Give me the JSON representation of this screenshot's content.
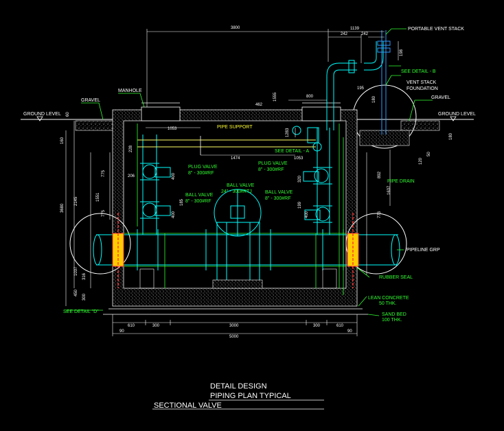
{
  "labels": {
    "manhole": "MANHOLE",
    "gravel_left": "GRAVEL",
    "gravel_right": "GRAVEL",
    "ground_level_left": "GROUND LEVEL",
    "ground_level_right": "GROUND LEVEL",
    "portable_vent_stack": "PORTABLE VENT STACK",
    "see_detail_b": "SEE DETAIL - B",
    "vent_stack_foundation_1": "VENT STACK",
    "vent_stack_foundation_2": "FOUNDATION",
    "pipe_support": "PIPE SUPPORT",
    "see_detail_a": "SEE DETAIL - A",
    "plug_valve_left_1": "PLUG VALVE",
    "plug_valve_left_2": "8\" - 300#RF",
    "plug_valve_right_1": "PLUG VALVE",
    "plug_valve_right_2": "8\" - 300#RF",
    "ball_valve_left_1": "BALL VALVE",
    "ball_valve_left_2": "8\" - 300#RF",
    "ball_valve_center_1": "BALL VALVE",
    "ball_valve_center_2": "24\" - 300#RTJ",
    "ball_valve_right_1": "BALL VALVE",
    "ball_valve_right_2": "8\" - 300#RF",
    "pipe_drain": "PIPE DRAIN",
    "pipeline_grp": "PIPELINE GRP",
    "rubber_seal": "RUBBER SEAL",
    "lean_concrete_1": "LEAN CONCRETE",
    "lean_concrete_2": "50 THK.",
    "sand_bed_1": "SAND BED",
    "sand_bed_2": "100 THK.",
    "see_detail_d": "SEE DETAIL \"D\""
  },
  "dimensions": {
    "top_overall": "3800",
    "top_right": "1139",
    "top_242a": "242",
    "top_242b": "242",
    "d198": "198",
    "d195": "195",
    "d800": "800",
    "d462": "462",
    "d1555": "1555",
    "d1053_left": "1053",
    "d1474": "1474",
    "d1053_right": "1053",
    "d1283": "1283",
    "d228": "228",
    "d206": "206",
    "d400a": "400",
    "d185": "185",
    "d775a": "775",
    "d1551": "1551",
    "d775b": "775",
    "d400b": "400",
    "d320": "320",
    "d400c": "400",
    "d199": "199",
    "d60_left": "60",
    "d160_left": "160",
    "d2145": "2145",
    "d3680": "3680",
    "d1037": "1037",
    "d316": "316",
    "d450": "450",
    "d300_vert": "300",
    "d180_right": "180",
    "d120_right": "120",
    "d50_right": "50",
    "d180_bottom_r": "180",
    "d892": "892",
    "d1637": "1637",
    "d773": "773",
    "b610_left": "610",
    "b300_left": "300",
    "b3000": "3000",
    "b300_right": "300",
    "b610_right": "610",
    "b90_left": "90",
    "b90_right": "90",
    "b5000": "5000"
  },
  "title": {
    "line1": "DETAIL DESIGN",
    "line2": "PIPING PLAN TYPICAL",
    "line3": "SECTIONAL VALVE"
  },
  "colors": {
    "background": "#000000",
    "valve": "#00ffff",
    "pipe": "#00ffff",
    "dimension": "#ffffff",
    "green_line": "#33ff33",
    "support": "#ffff66",
    "rubber_seal": "#ff3333",
    "vent_blue": "#3399ff"
  }
}
